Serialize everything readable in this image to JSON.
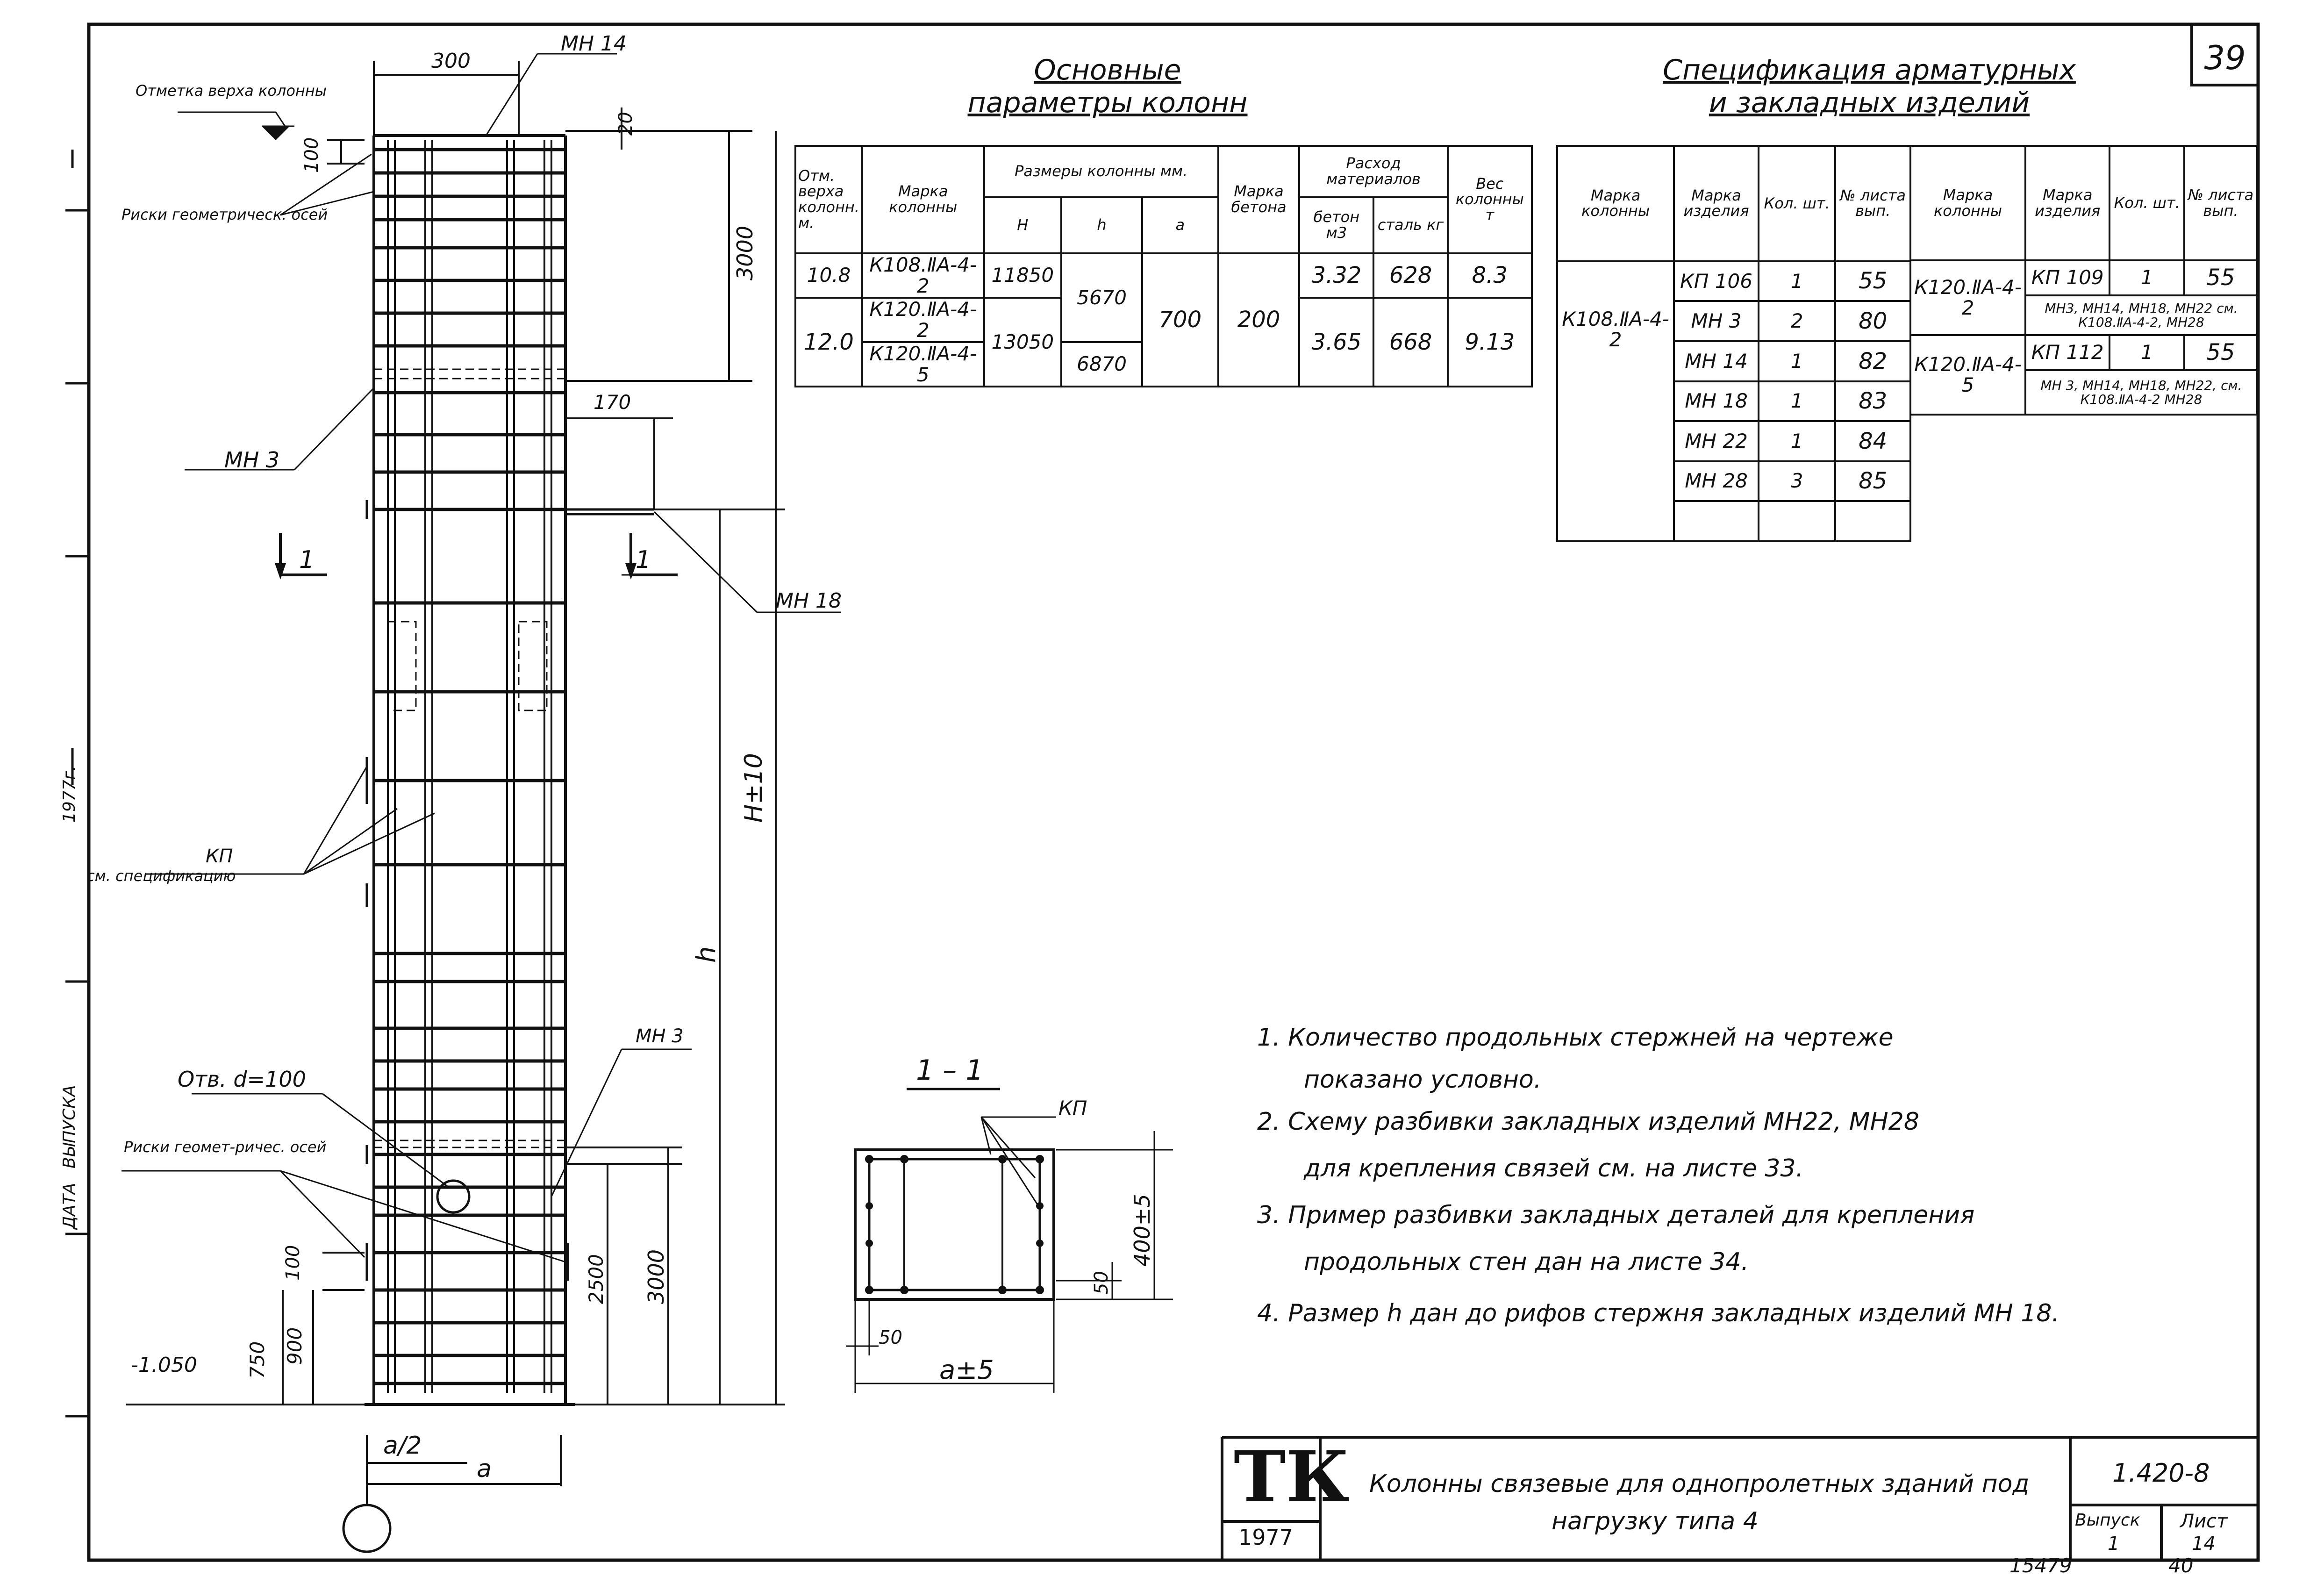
{
  "sheet_number": "39",
  "archive_number": "15479",
  "page_number": "40",
  "margin_labels": {
    "date": "ДАТА",
    "issue": "ВЫПУСКА",
    "year": "1977г."
  },
  "params_table": {
    "title_line1": "Основные",
    "title_line2": "параметры колонн",
    "headers": {
      "mark_top": "Отм. верха колонн. м.",
      "column_mark": "Марка колонны",
      "dims": "Размеры колонны мм.",
      "H": "H",
      "h": "h",
      "a": "a",
      "concrete_mark": "Марка бетона",
      "consumption": "Расход материалов",
      "concrete": "бетон м3",
      "steel": "сталь кг",
      "weight": "Вес колонны т"
    },
    "rows": [
      {
        "elev": "10.8",
        "mark": "К108.ⅡА-4-2",
        "H": "11850",
        "concrete_m3": "3.32",
        "steel_kg": "628",
        "weight_t": "8.3"
      },
      {
        "elev": "12.0",
        "mark": "К120.ⅡА-4-2",
        "H": "13050",
        "concrete_m3": "3.65",
        "steel_kg": "668",
        "weight_t": "9.13"
      },
      {
        "mark": "К120.ⅡА-4-5"
      }
    ],
    "h_values": [
      "5670",
      "6870"
    ],
    "a_value": "700",
    "concrete_mark_value": "200"
  },
  "spec_table": {
    "title_line1": "Спецификация арматурных",
    "title_line2": "и закладных изделий",
    "headers": {
      "column_mark": "Марка колонны",
      "item_mark": "Марка изделия",
      "qty": "Кол. шт.",
      "sheet_no": "№ листа вып."
    },
    "left_column": "К108.ⅡА-4-2",
    "left_items": [
      {
        "item": "КП 106",
        "qty": "1",
        "sheet": "55"
      },
      {
        "item": "МН 3",
        "qty": "2",
        "sheet": "80"
      },
      {
        "item": "МН 14",
        "qty": "1",
        "sheet": "82"
      },
      {
        "item": "МН 18",
        "qty": "1",
        "sheet": "83"
      },
      {
        "item": "МН 22",
        "qty": "1",
        "sheet": "84"
      },
      {
        "item": "МН 28",
        "qty": "3",
        "sheet": "85"
      }
    ],
    "right_groups": [
      {
        "column": "К120.ⅡА-4-2",
        "item": "КП 109",
        "qty": "1",
        "sheet": "55",
        "note": "МН3, МН14, МН18, МН22 см. К108.ⅡА-4-2, МН28"
      },
      {
        "column": "К120.ⅡА-4-5",
        "item": "КП 112",
        "qty": "1",
        "sheet": "55",
        "note": "МН 3, МН14, МН18, МН22, см. К108.ⅡА-4-2 МН28"
      }
    ]
  },
  "elevation": {
    "dim_300": "300",
    "mn14": "МН 14",
    "dim_20": "20",
    "dim_100_top": "100",
    "top_mark_label": "Отметка верха колонны",
    "axis_marks_top": "Риски геометрическ. осей",
    "dim_3000_top": "3000",
    "mn3_top": "МН 3",
    "dim_170": "170",
    "mn18": "МН 18",
    "section_mark": "1",
    "H_dim": "H±10",
    "h_dim": "h",
    "kp_label": "КП",
    "kp_ref": "см. спецификацию",
    "hole_label": "Отв. d=100",
    "mn3_bottom": "МН 3",
    "axis_marks_bottom": "Риски геомет-ричес. осей",
    "dim_100_bot": "100",
    "dim_750": "750",
    "dim_900": "900",
    "dim_2500": "2500",
    "dim_3000_bot": "3000",
    "elev_bottom": "-1.050",
    "a_half": "a/2",
    "a": "a"
  },
  "section": {
    "title": "1 – 1",
    "kp": "КП",
    "dim_400": "400±5",
    "dim_50_side": "50",
    "dim_50_bot": "50",
    "dim_a": "a±5"
  },
  "notes": [
    "1. Количество продольных стержней на чертеже",
    "показано условно.",
    "2. Схему разбивки закладных изделий МН22, МН28",
    "для крепления связей см. на листе 33.",
    "3. Пример разбивки закладных деталей для крепления",
    "продольных стен дан на листе 34.",
    "4. Размер h дан до рифов стержня закладных изделий МН 18."
  ],
  "title_block": {
    "logo": "ТК",
    "year": "1977",
    "title_line1": "Колонны связевые для однопролетных зданий под",
    "title_line2": "нагрузку типа 4",
    "series": "1.420-8",
    "issue_label": "Выпуск",
    "issue": "1",
    "sheet_label": "Лист",
    "sheet": "14"
  }
}
